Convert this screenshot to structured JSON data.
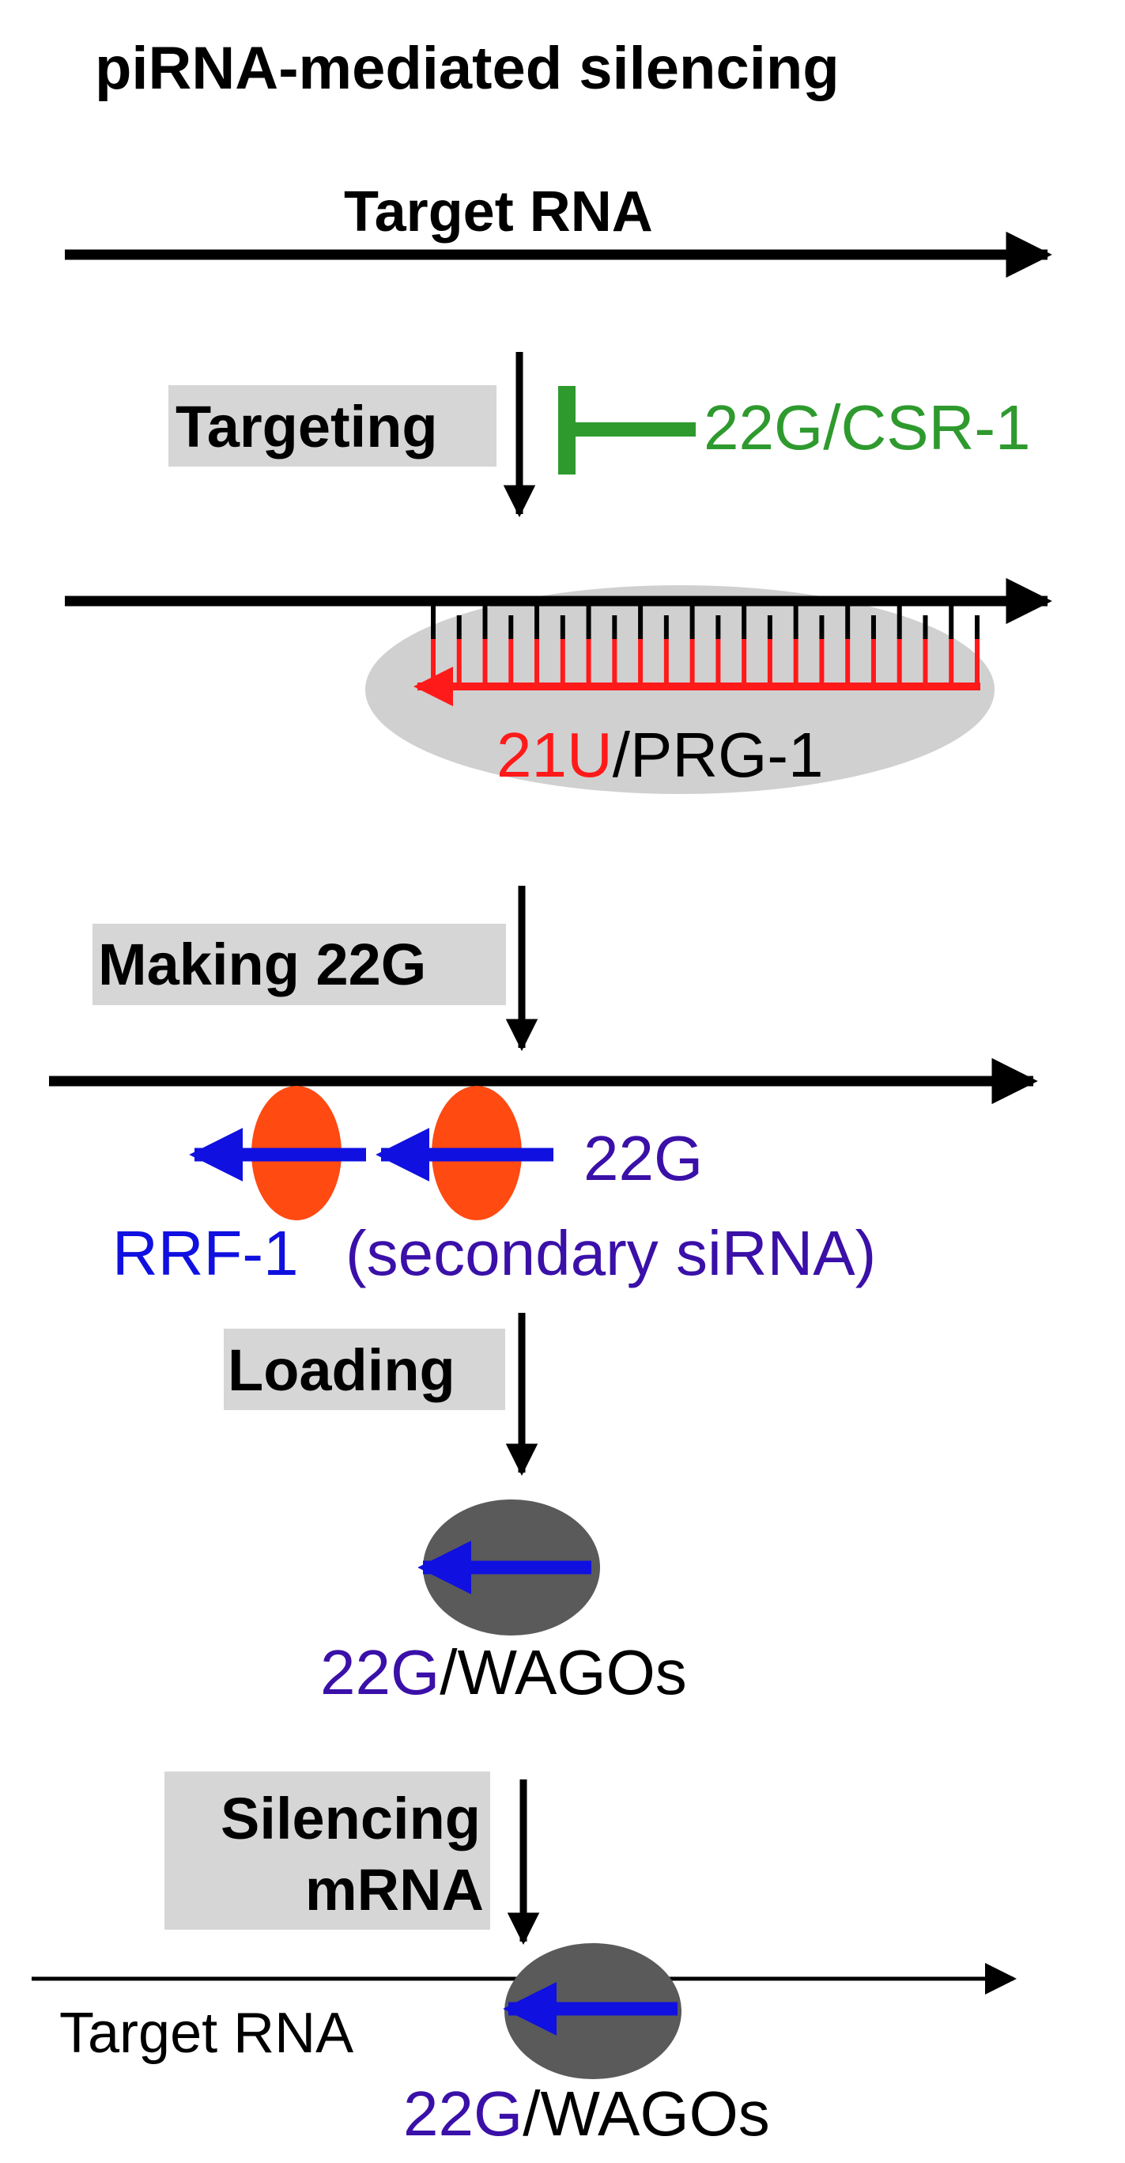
{
  "title": "piRNA-mediated silencing",
  "target_rna_top": "Target RNA",
  "steps": {
    "targeting": "Targeting",
    "making": "Making 22G",
    "loading": "Loading",
    "silencing_line1": "Silencing",
    "silencing_line2": "mRNA"
  },
  "inhibitor": "22G/CSR-1",
  "prg_complex": {
    "part1": "21U",
    "part2": "/PRG-1"
  },
  "secondary": {
    "g22": "22G",
    "rrf": "RRF-1",
    "note": "(secondary siRNA)"
  },
  "wagos": {
    "part1": "22G",
    "part2": "/WAGOs"
  },
  "target_rna_bottom": "Target RNA",
  "wagos_bottom": {
    "part1": "22G",
    "part2": "/WAGOs"
  },
  "colors": {
    "black": "#000000",
    "green": "#2e9a2e",
    "red": "#ff1a1a",
    "blue": "#1010e0",
    "purple": "#3a10a8",
    "orange": "#ff4a12",
    "grey_light": "#d0d0d0",
    "grey_dark": "#5a5a5a",
    "label_bg": "#d6d6d6"
  }
}
